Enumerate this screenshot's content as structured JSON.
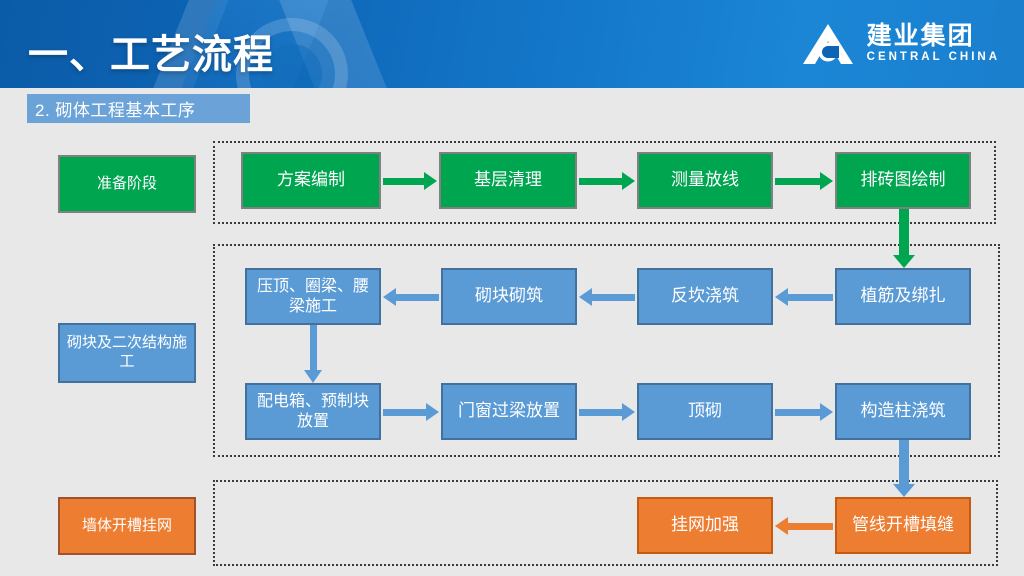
{
  "header": {
    "title": "一、工艺流程",
    "brand_cn": "建业集团",
    "brand_en": "CENTRAL CHINA",
    "brand_mark": "central-china-a-logo"
  },
  "subtitle": "2. 砌体工程基本工序",
  "colors": {
    "header_blue": "#0d63b4",
    "subtitle_blue": "#6ba3d8",
    "green": "#00A550",
    "blue": "#5B9BD5",
    "orange": "#ED7D31",
    "canvas": "#e8e8e8",
    "dotted_border": "#3a3a3a"
  },
  "stages": [
    {
      "label": "准备阶段",
      "color": "green"
    },
    {
      "label": "砌块及二次结构施工",
      "color": "blue"
    },
    {
      "label": "墙体开槽挂网",
      "color": "orange"
    }
  ],
  "rows": {
    "row1": [
      {
        "label": "方案编制"
      },
      {
        "label": "基层清理"
      },
      {
        "label": "测量放线"
      },
      {
        "label": "排砖图绘制"
      }
    ],
    "row2": [
      {
        "label": "压顶、圈梁、腰梁施工"
      },
      {
        "label": "砌块砌筑"
      },
      {
        "label": "反坎浇筑"
      },
      {
        "label": "植筋及绑扎"
      }
    ],
    "row3": [
      {
        "label": "配电箱、预制块放置"
      },
      {
        "label": "门窗过梁放置"
      },
      {
        "label": "顶砌"
      },
      {
        "label": "构造柱浇筑"
      }
    ],
    "row4": [
      {
        "label": "挂网加强"
      },
      {
        "label": "管线开槽填缝"
      }
    ]
  }
}
